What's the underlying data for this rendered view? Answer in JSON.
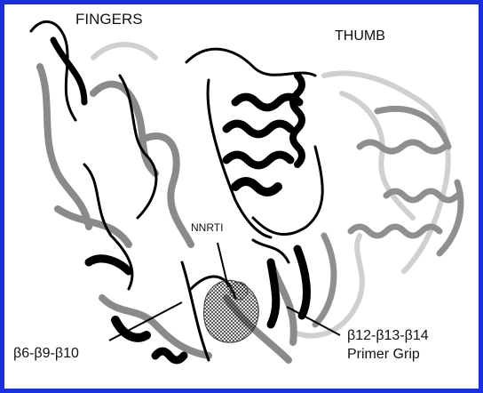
{
  "labels": {
    "fingers": "FINGERS",
    "thumb": "THUMB",
    "nnrti": "NNRTI",
    "b6_b9_b10": "β6-β9-β10",
    "b12_b13_b14": "β12-β13-β14",
    "primer_grip": "Primer Grip"
  },
  "colors": {
    "border": "#1a2fe0",
    "structure_black": "#000000",
    "structure_gray": "#8a8a8a",
    "structure_light": "#cfcfcf",
    "inhibitor": "#444444"
  }
}
